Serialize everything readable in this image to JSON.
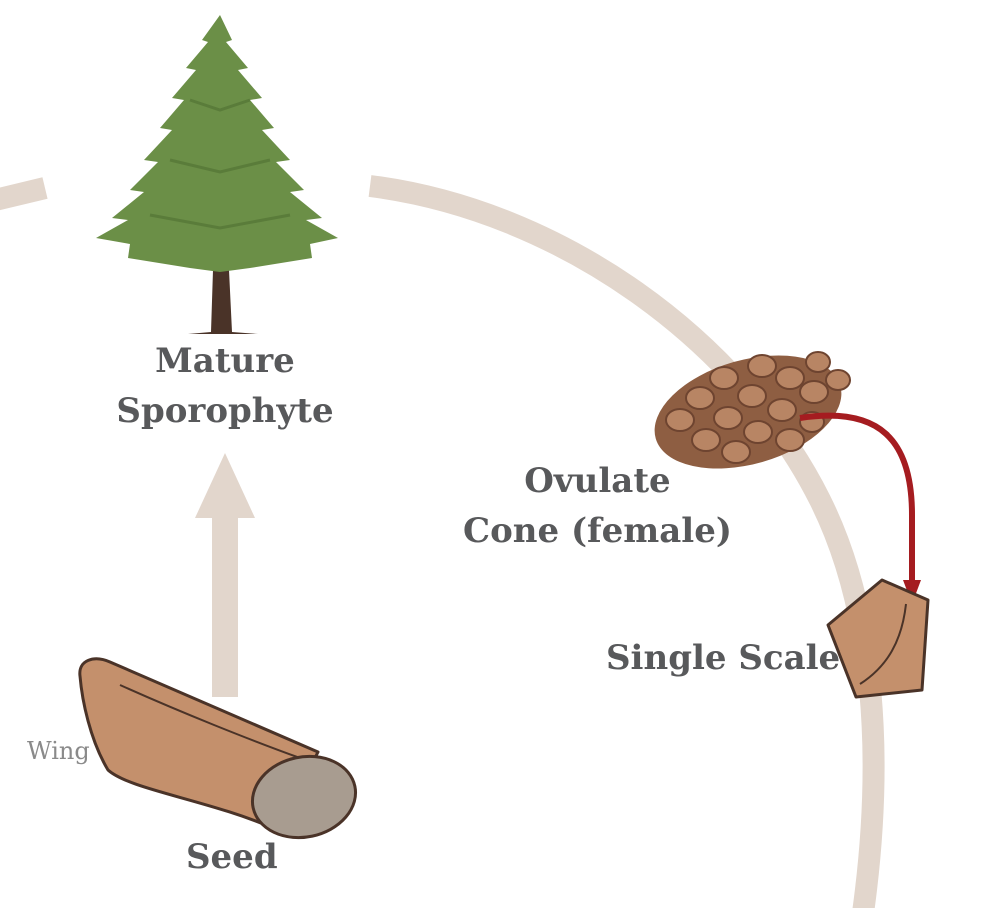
{
  "labels": {
    "mature_line1": "Mature",
    "mature_line2": "Sporophyte",
    "ovulate_line1": "Ovulate",
    "ovulate_line2": "Cone (female)",
    "single_scale": "Single Scale",
    "wing": "Wing",
    "seed": "Seed"
  },
  "colors": {
    "cycle_track": "#e2d6cc",
    "tree_foliage": "#6b8f47",
    "tree_trunk": "#4a3328",
    "cone_body": "#a06e4f",
    "arrow_red": "#a51c20",
    "scale_fill": "#c4906c",
    "seed_fill": "#c4906c",
    "seed_end": "#a89c90",
    "label_text": "#58595b",
    "wing_text": "#8a8a8a"
  },
  "icons": [
    "pine-tree-icon",
    "pine-cone-icon",
    "seed-icon",
    "scale-icon"
  ]
}
